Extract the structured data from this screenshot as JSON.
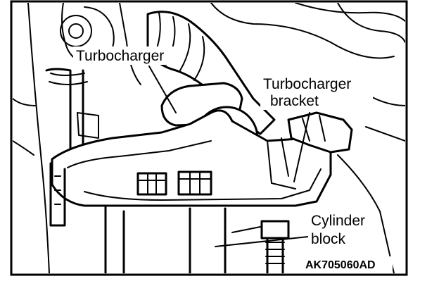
{
  "figure": {
    "labels": {
      "turbocharger": "Turbocharger",
      "bracket_line1": "Turbocharger",
      "bracket_line2": "bracket",
      "cylinder_line1": "Cylinder",
      "cylinder_line2": "block"
    },
    "code": "AK705060AD"
  }
}
